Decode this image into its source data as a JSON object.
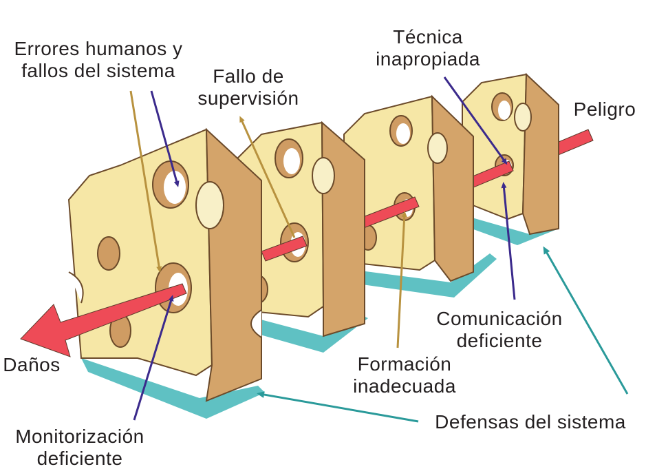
{
  "labels": {
    "errores": [
      "Errores humanos y",
      "fallos del sistema"
    ],
    "fallo_supervision": [
      "Fallo de",
      "supervisión"
    ],
    "tecnica": [
      "Técnica",
      "inapropiada"
    ],
    "peligro": "Peligro",
    "danos": "Daños",
    "comunicacion": [
      "Comunicación",
      "deficiente"
    ],
    "formacion": [
      "Formación",
      "inadecuada"
    ],
    "defensas": "Defensas del sistema",
    "monitorizacion": [
      "Monitorización",
      "deficiente"
    ]
  },
  "colors": {
    "cheese_face": "#f6e7a6",
    "cheese_side": "#d4a46a",
    "hole_inner": "#cf9c63",
    "hazard_arrow": "#ee4b57",
    "shadow": "#5fc1c3",
    "pointer_gold": "#b8923f",
    "pointer_purple": "#3b2a8c",
    "pointer_teal": "#2a9a9a"
  }
}
